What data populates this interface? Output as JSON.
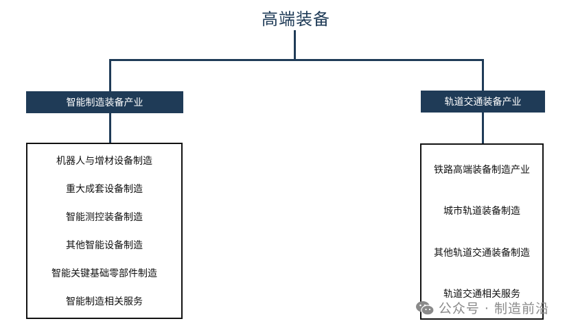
{
  "title": "高端装备",
  "colors": {
    "primary": "#1f3b57",
    "border": "#111111",
    "watermark": "#8a8a8a"
  },
  "left": {
    "header": "智能制造装备产业",
    "items": [
      "机器人与增材设备制造",
      "重大成套设备制造",
      "智能测控装备制造",
      "其他智能设备制造",
      "智能关键基础零部件制造",
      "智能制造相关服务"
    ]
  },
  "right": {
    "header": "轨道交通装备产业",
    "items": [
      "铁路高端装备制造产业",
      "城市轨道装备制造",
      "其他轨道交通装备制造",
      "轨道交通相关服务"
    ]
  },
  "watermark": {
    "text": "公众号 · 制造前沿",
    "icon": "wechat-icon"
  }
}
